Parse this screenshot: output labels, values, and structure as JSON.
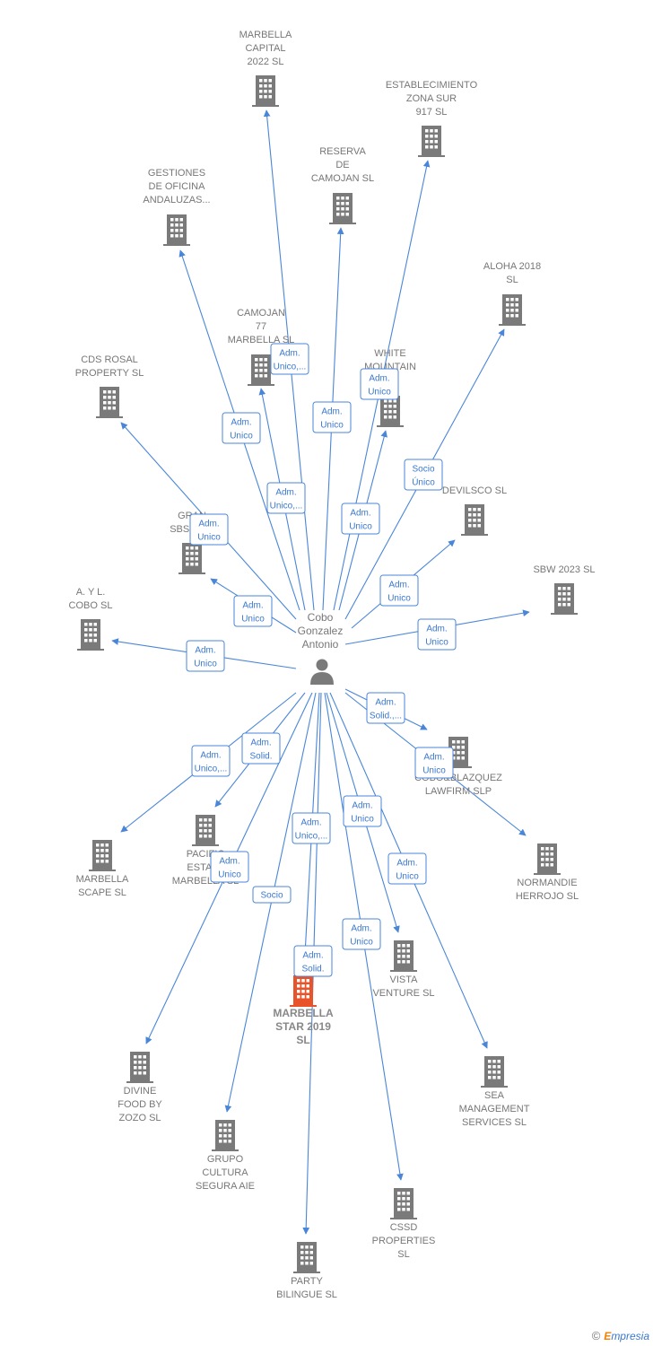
{
  "center": {
    "label": [
      "Cobo",
      "Gonzalez",
      "Antonio"
    ],
    "icon": "person-icon"
  },
  "colors": {
    "edge": "#4a86d8",
    "building": "#7a7a7a",
    "highlight": "#e8532a"
  },
  "nodes": [
    {
      "id": "marbella-capital",
      "label": [
        "MARBELLA",
        "CAPITAL",
        "2022  SL"
      ],
      "role": "Adm. Unico,..."
    },
    {
      "id": "establecimiento",
      "label": [
        "ESTABLECIMIENTO",
        "ZONA SUR",
        "917 SL"
      ],
      "role": "Adm. Unico"
    },
    {
      "id": "reserva-camojan",
      "label": [
        "RESERVA",
        "DE",
        "CAMOJAN  SL"
      ],
      "role": "Adm. Unico"
    },
    {
      "id": "gestiones-oficina",
      "label": [
        "GESTIONES",
        "DE OFICINA",
        "ANDALUZAS..."
      ],
      "role": "Adm. Unico"
    },
    {
      "id": "aloha",
      "label": [
        "ALOHA 2018",
        "SL"
      ],
      "role": "Socio Único"
    },
    {
      "id": "camojan77",
      "label": [
        "CAMOJAN",
        "77",
        "MARBELLA  SL"
      ],
      "role": "Adm. Unico,..."
    },
    {
      "id": "white-mountain",
      "label": [
        "WHITE",
        "MOUNTAIN",
        "SL"
      ],
      "role": "Adm. Unico"
    },
    {
      "id": "cds-rosal",
      "label": [
        "CDS ROSAL",
        "PROPERTY  SL"
      ],
      "role": "Adm. Unico"
    },
    {
      "id": "devilsco",
      "label": [
        "DEVILSCO  SL"
      ],
      "role": "Adm. Unico"
    },
    {
      "id": "gran-sbs",
      "label": [
        "GRAN",
        "SBS 2018"
      ],
      "role": "Adm. Unico"
    },
    {
      "id": "sbw2023",
      "label": [
        "SBW 2023  SL"
      ],
      "role": "Adm. Unico"
    },
    {
      "id": "aylcobo",
      "label": [
        "A.  Y L.",
        "COBO  SL"
      ],
      "role": "Adm. Unico"
    },
    {
      "id": "cobo-blazquez",
      "label": [
        "COBO&BLAZQUEZ",
        "LAWFIRM  SLP"
      ],
      "role": "Adm. Solid.,..."
    },
    {
      "id": "normandie",
      "label": [
        "NORMANDIE",
        "HERROJO SL"
      ],
      "role": "Adm. Unico"
    },
    {
      "id": "marbella-scape",
      "label": [
        "MARBELLA",
        "SCAPE  SL"
      ],
      "role": "Adm. Unico,..."
    },
    {
      "id": "pacific",
      "label": [
        "PACIFIC",
        "ESTATE",
        "MARBELLA SL"
      ],
      "role": "Adm. Solid."
    },
    {
      "id": "divine-food",
      "label": [
        "DIVINE",
        "FOOD BY",
        "ZOZO  SL"
      ],
      "role": "Adm. Unico"
    },
    {
      "id": "grupo-cultura",
      "label": [
        "GRUPO",
        "CULTURA",
        "SEGURA AIE"
      ],
      "role": "Socio"
    },
    {
      "id": "marbella-star",
      "label": [
        "MARBELLA",
        "STAR 2019",
        "SL"
      ],
      "role": "Adm. Solid.",
      "highlight": true
    },
    {
      "id": "party-bilingue",
      "label": [
        "PARTY",
        "BILINGUE  SL"
      ],
      "role": "Adm. Unico,..."
    },
    {
      "id": "vista-venture",
      "label": [
        "VISTA",
        "VENTURE SL"
      ],
      "role": "Adm. Unico"
    },
    {
      "id": "cssd",
      "label": [
        "CSSD",
        "PROPERTIES",
        "SL"
      ],
      "role": "Adm. Unico"
    },
    {
      "id": "sea-management",
      "label": [
        "SEA",
        "MANAGEMENT",
        "SERVICES  SL"
      ],
      "role": "Adm. Unico"
    }
  ],
  "footer": {
    "copyright": "©",
    "brand_first": "E",
    "brand_rest": "mpresia"
  }
}
